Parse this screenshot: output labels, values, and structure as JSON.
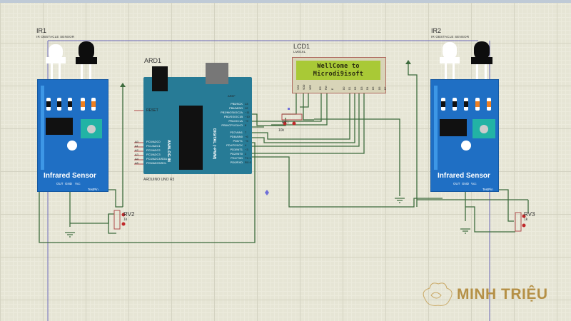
{
  "schematic": {
    "background_color": "#e6e5d5",
    "wire_color": "#3d6b3d",
    "border_color": "#6a68b8",
    "pin_color": "#b04a4a",
    "components": {
      "ir1": {
        "reference": "IR1",
        "type": "IR OBSTACLE SENSOR",
        "board_title": "Infrared Sensor",
        "pins": [
          "OUT",
          "GND",
          "Vcc"
        ],
        "test_pin": "TestPin",
        "board_color": "#1f6fc4"
      },
      "ir2": {
        "reference": "IR2",
        "type": "IR OBSTACLE SENSOR",
        "board_title": "Infrared Sensor",
        "pins": [
          "OUT",
          "GND",
          "Vcc"
        ],
        "test_pin": "TestPin",
        "board_color": "#1f6fc4"
      },
      "arduino": {
        "reference": "ARD1",
        "model": "ARDUINO UNO R3",
        "reset_label": "RESET",
        "aref_label": "AREF",
        "analog_section": "ANALOG IN",
        "digital_section": "DIGITAL (~PWM)",
        "analog_pins": [
          {
            "num": "A0",
            "label": "PC0/ADC0"
          },
          {
            "num": "A1",
            "label": "PC1/ADC1"
          },
          {
            "num": "A2",
            "label": "PC2/ADC2"
          },
          {
            "num": "A3",
            "label": "PC3/ADC3"
          },
          {
            "num": "A4",
            "label": "PC4/ADC4/SDA"
          },
          {
            "num": "A5",
            "label": "PC5/ADC5/SCL"
          }
        ],
        "digital_pins": [
          {
            "num": "13",
            "label": "PB5/SCK"
          },
          {
            "num": "12",
            "label": "PB4/MISO"
          },
          {
            "num": "~11",
            "label": "PB3/MOSI/OC2A"
          },
          {
            "num": "~10",
            "label": "PB2/SS/OC1B"
          },
          {
            "num": "~9",
            "label": "PB1/OC1A"
          },
          {
            "num": "8",
            "label": "PB0/ICP1/CLKO"
          },
          {
            "num": "7",
            "label": "PD7/AIN1"
          },
          {
            "num": "~6",
            "label": "PD6/AIN0"
          },
          {
            "num": "~5",
            "label": "PD5/T1"
          },
          {
            "num": "4",
            "label": "PD4/T0/XCK"
          },
          {
            "num": "~3",
            "label": "PD3/INT1"
          },
          {
            "num": "2",
            "label": "PD2/INT0"
          },
          {
            "num": "TX 1",
            "label": "PD1/TXD"
          },
          {
            "num": "RX 0",
            "label": "PD0/RXD"
          }
        ],
        "board_color": "#277b96"
      },
      "lcd": {
        "reference": "LCD1",
        "model": "LM016L",
        "line1": "WellCome to",
        "line2": "Microdi9isoft",
        "pins": [
          "VSS",
          "VDD",
          "VEE",
          "RS",
          "RW",
          "E",
          "D0",
          "D1",
          "D2",
          "D3",
          "D4",
          "D5",
          "D6",
          "D7"
        ],
        "screen_color": "#a9c936"
      },
      "rv1": {
        "reference": "RV1",
        "value": "10k"
      },
      "rv2": {
        "reference": "RV2",
        "value": "1k"
      },
      "rv3": {
        "reference": "RV3",
        "value": "1k"
      }
    }
  },
  "watermark": {
    "text": "MINH TRIỆU",
    "color": "#b59046"
  }
}
